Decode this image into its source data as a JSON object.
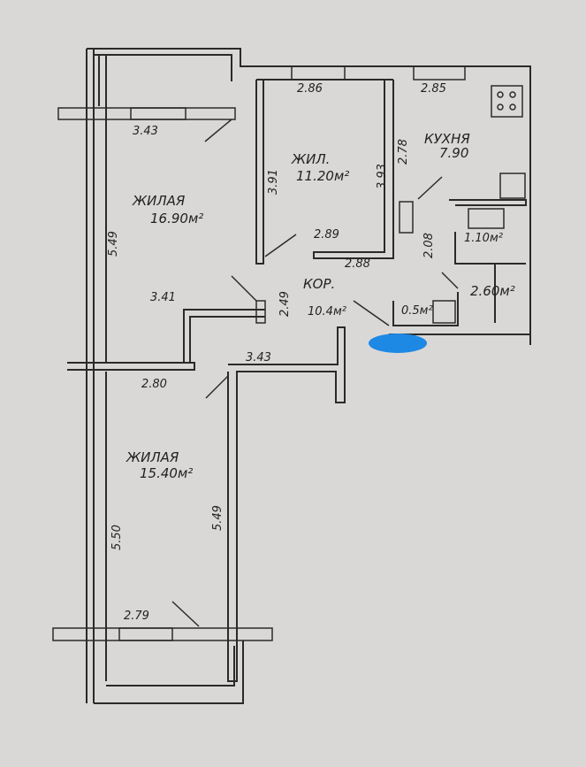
{
  "rooms": {
    "living_1": {
      "name": "ЖИЛАЯ",
      "area": "16.90м²"
    },
    "living_2": {
      "name": "ЖИЛ.",
      "area": "11.20м²"
    },
    "kitchen": {
      "name": "КУХНЯ",
      "area": "7.90"
    },
    "corridor": {
      "name": "КОР.",
      "area": "10.4м²"
    },
    "living_3": {
      "name": "ЖИЛАЯ",
      "area": "15.40м²"
    },
    "bathroom": {
      "area": "1.10м²"
    },
    "toilet": {
      "area": "2.60м²"
    },
    "closet": {
      "area": "0.5м²"
    }
  },
  "dimensions": {
    "living1_top": "3.43",
    "living1_side": "5.49",
    "living1_bottom": "3.41",
    "living1_lower": "2.80",
    "living2_top": "2.86",
    "living2_left": "3.91",
    "living2_right": "3.93",
    "living2_bottom": "2.89",
    "corridor_top": "2.88",
    "corridor_side": "2.49",
    "corridor_lower": "3.43",
    "corridor_right": "2.08",
    "kitchen_top": "2.85",
    "kitchen_side": "2.78",
    "living3_left": "5.50",
    "living3_right": "5.49",
    "living3_bottom": "2.79"
  },
  "colors": {
    "paper": "#d9d8d6",
    "ink": "#2a2a2a",
    "redaction": "#1e88e5"
  }
}
